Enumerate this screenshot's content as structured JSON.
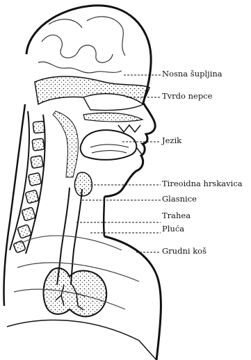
{
  "labels": {
    "nasal_cavity": "Nosna šupljina",
    "hard_palate": "Tvrdo nepce",
    "tongue": "Jezik",
    "thyroid_cartilage": "Tireoidna hrskavica",
    "vocal_cords": "Glasnice",
    "trachea": "Trahea",
    "lungs": "Pluća",
    "rib_cage": "Grudni koš"
  }
}
